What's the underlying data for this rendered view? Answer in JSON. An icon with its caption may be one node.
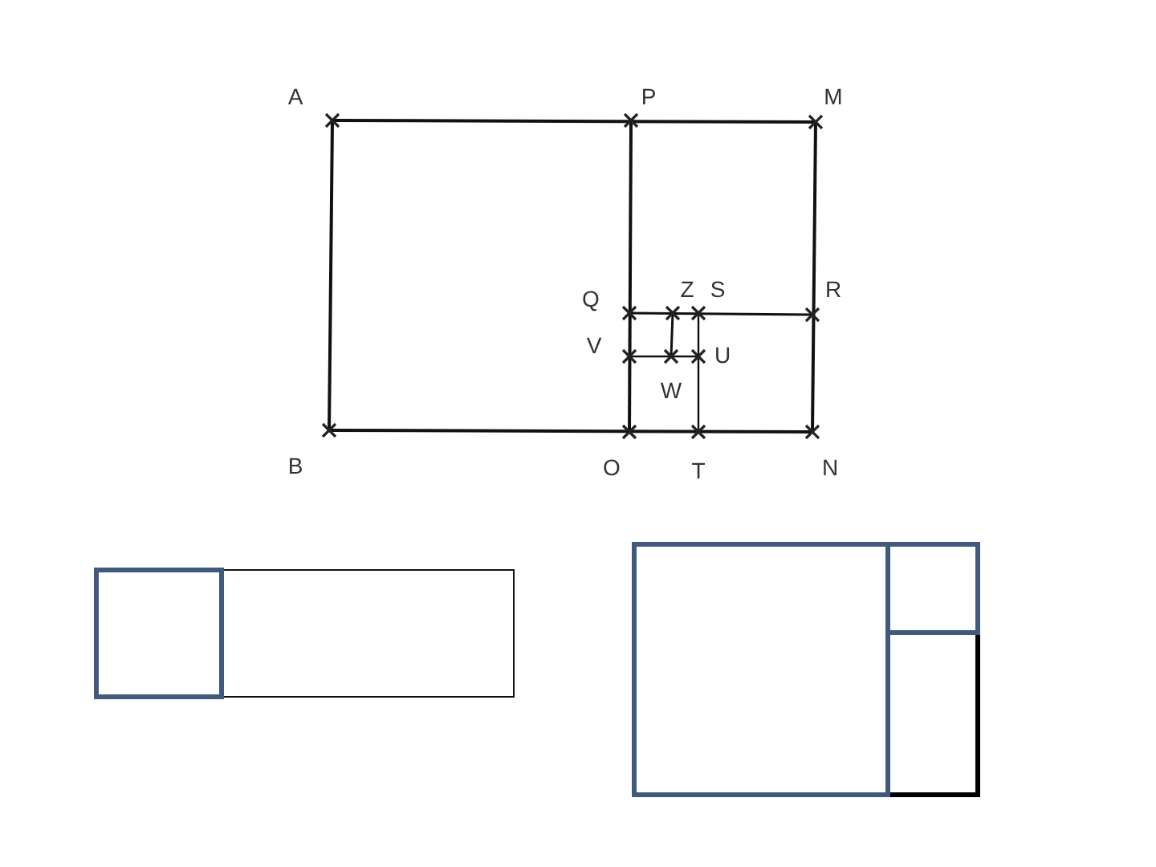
{
  "diagram": {
    "labels": [
      "A",
      "P",
      "M",
      "Q",
      "Z",
      "S",
      "R",
      "V",
      "U",
      "W",
      "B",
      "O",
      "T",
      "N"
    ]
  }
}
